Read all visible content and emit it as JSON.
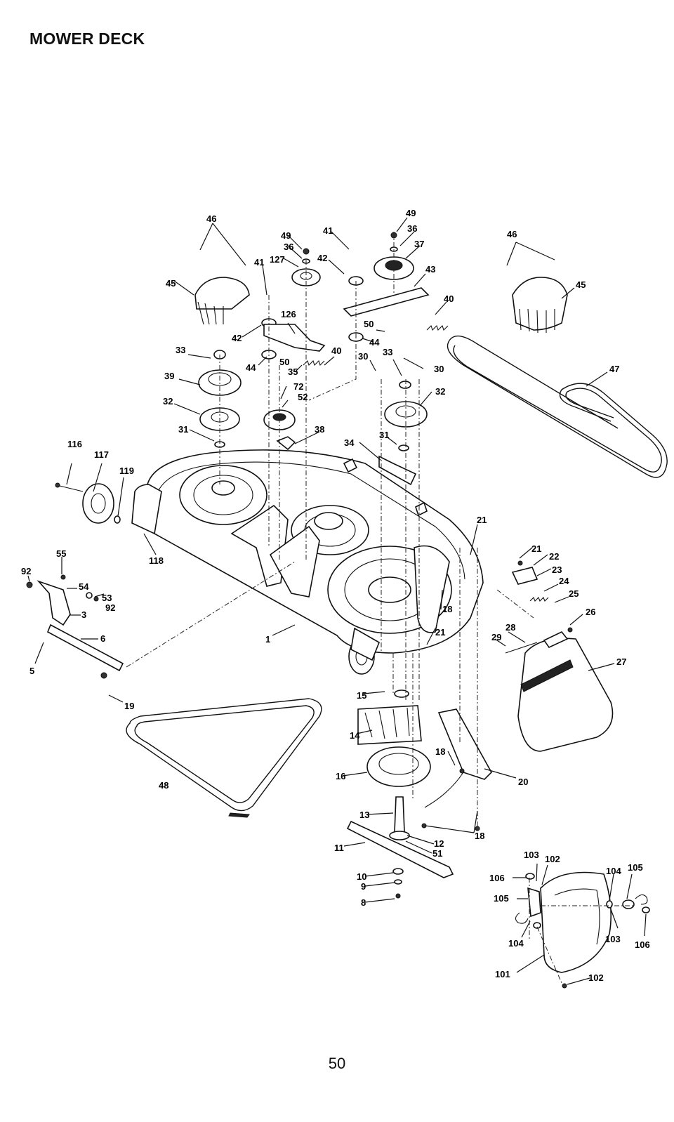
{
  "title": "MOWER DECK",
  "page_number": "50",
  "callouts": [
    "1",
    "3",
    "5",
    "6",
    "8",
    "9",
    "10",
    "11",
    "12",
    "13",
    "14",
    "15",
    "16",
    "18",
    "18",
    "18",
    "18",
    "19",
    "20",
    "21",
    "21",
    "21",
    "22",
    "23",
    "24",
    "25",
    "26",
    "27",
    "28",
    "29",
    "30",
    "30",
    "30",
    "31",
    "31",
    "32",
    "32",
    "33",
    "33",
    "34",
    "35",
    "36",
    "36",
    "37",
    "38",
    "39",
    "40",
    "40",
    "41",
    "41",
    "42",
    "42",
    "43",
    "44",
    "44",
    "45",
    "45",
    "46",
    "46",
    "47",
    "48",
    "49",
    "49",
    "50",
    "50",
    "51",
    "52",
    "53",
    "54",
    "55",
    "72",
    "92",
    "92",
    "101",
    "102",
    "102",
    "103",
    "103",
    "104",
    "104",
    "105",
    "105",
    "106",
    "106",
    "116",
    "117",
    "118",
    "119",
    "126",
    "127"
  ]
}
